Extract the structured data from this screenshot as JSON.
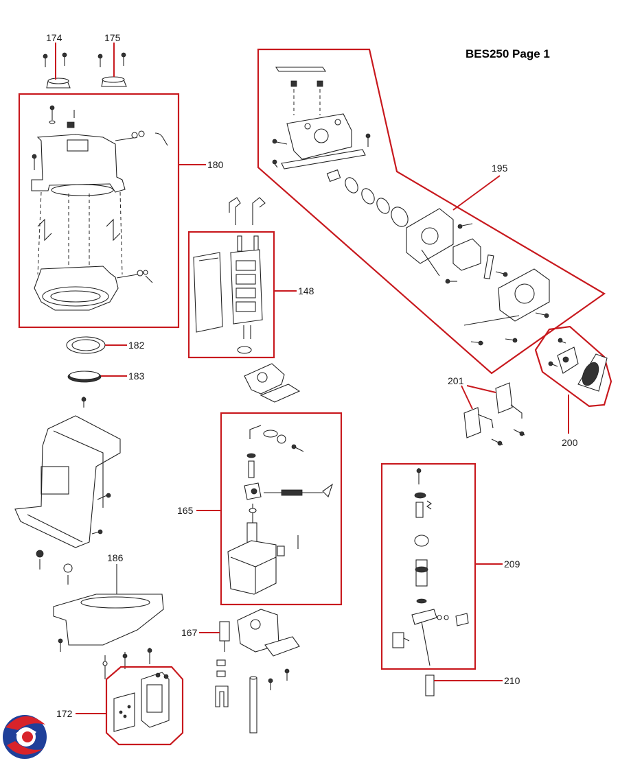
{
  "title": "BES250 Page 1",
  "callouts": {
    "c174": "174",
    "c175": "175",
    "c180": "180",
    "c182": "182",
    "c183": "183",
    "c148": "148",
    "c195": "195",
    "c200": "200",
    "c201": "201",
    "c165": "165",
    "c186": "186",
    "c167": "167",
    "c209": "209",
    "c210": "210",
    "c172": "172"
  },
  "colors": {
    "callout_outline": "#c8191e",
    "line_art": "#222222",
    "background": "#ffffff"
  },
  "logo": {
    "icon": "swirl-logo-icon"
  }
}
